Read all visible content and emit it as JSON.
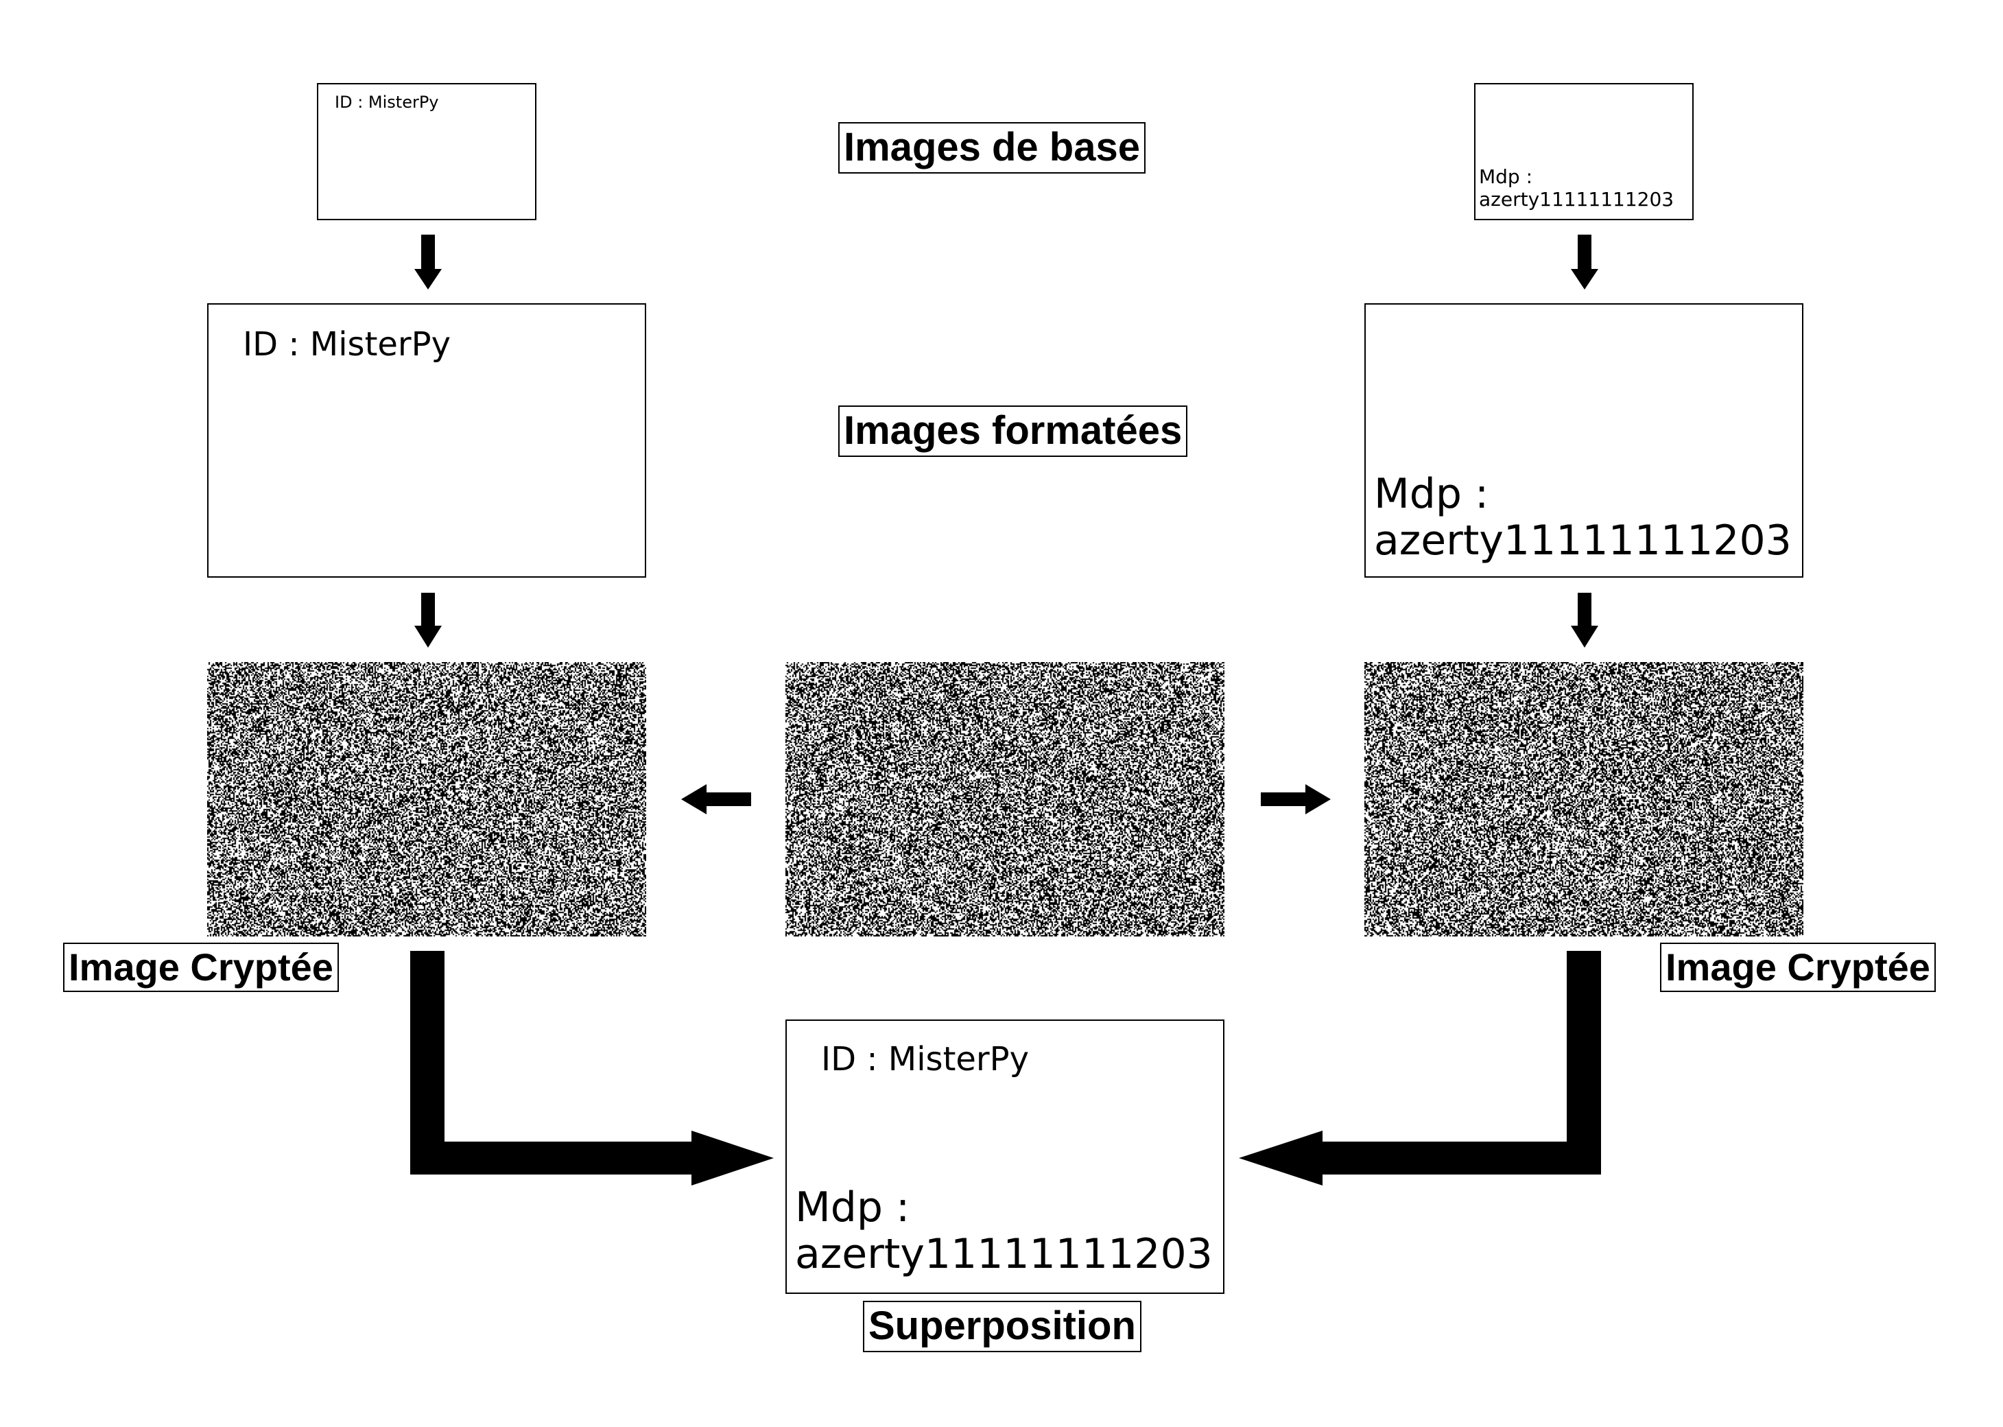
{
  "base_images": {
    "left_text": "ID : MisterPy",
    "right_text_line1": "Mdp :",
    "right_text_line2": "azerty11111111203"
  },
  "formatted_images": {
    "left_text": "ID : MisterPy",
    "right_text_line1": "Mdp :",
    "right_text_line2": "azerty11111111203"
  },
  "labels": {
    "base": "Images de base",
    "formatted": "Images formatées",
    "encrypted_left": "Image Cryptée",
    "encrypted_right": "Image Cryptée",
    "superposition": "Superposition"
  },
  "superposition_box": {
    "id_text": "ID : MisterPy",
    "mdp_line1": "Mdp :",
    "mdp_line2": "azerty11111111203"
  },
  "icons": {
    "arrow": "arrow-icon",
    "noise": "random-noise-pattern"
  },
  "colors": {
    "background": "#ffffff",
    "ink": "#000000"
  }
}
